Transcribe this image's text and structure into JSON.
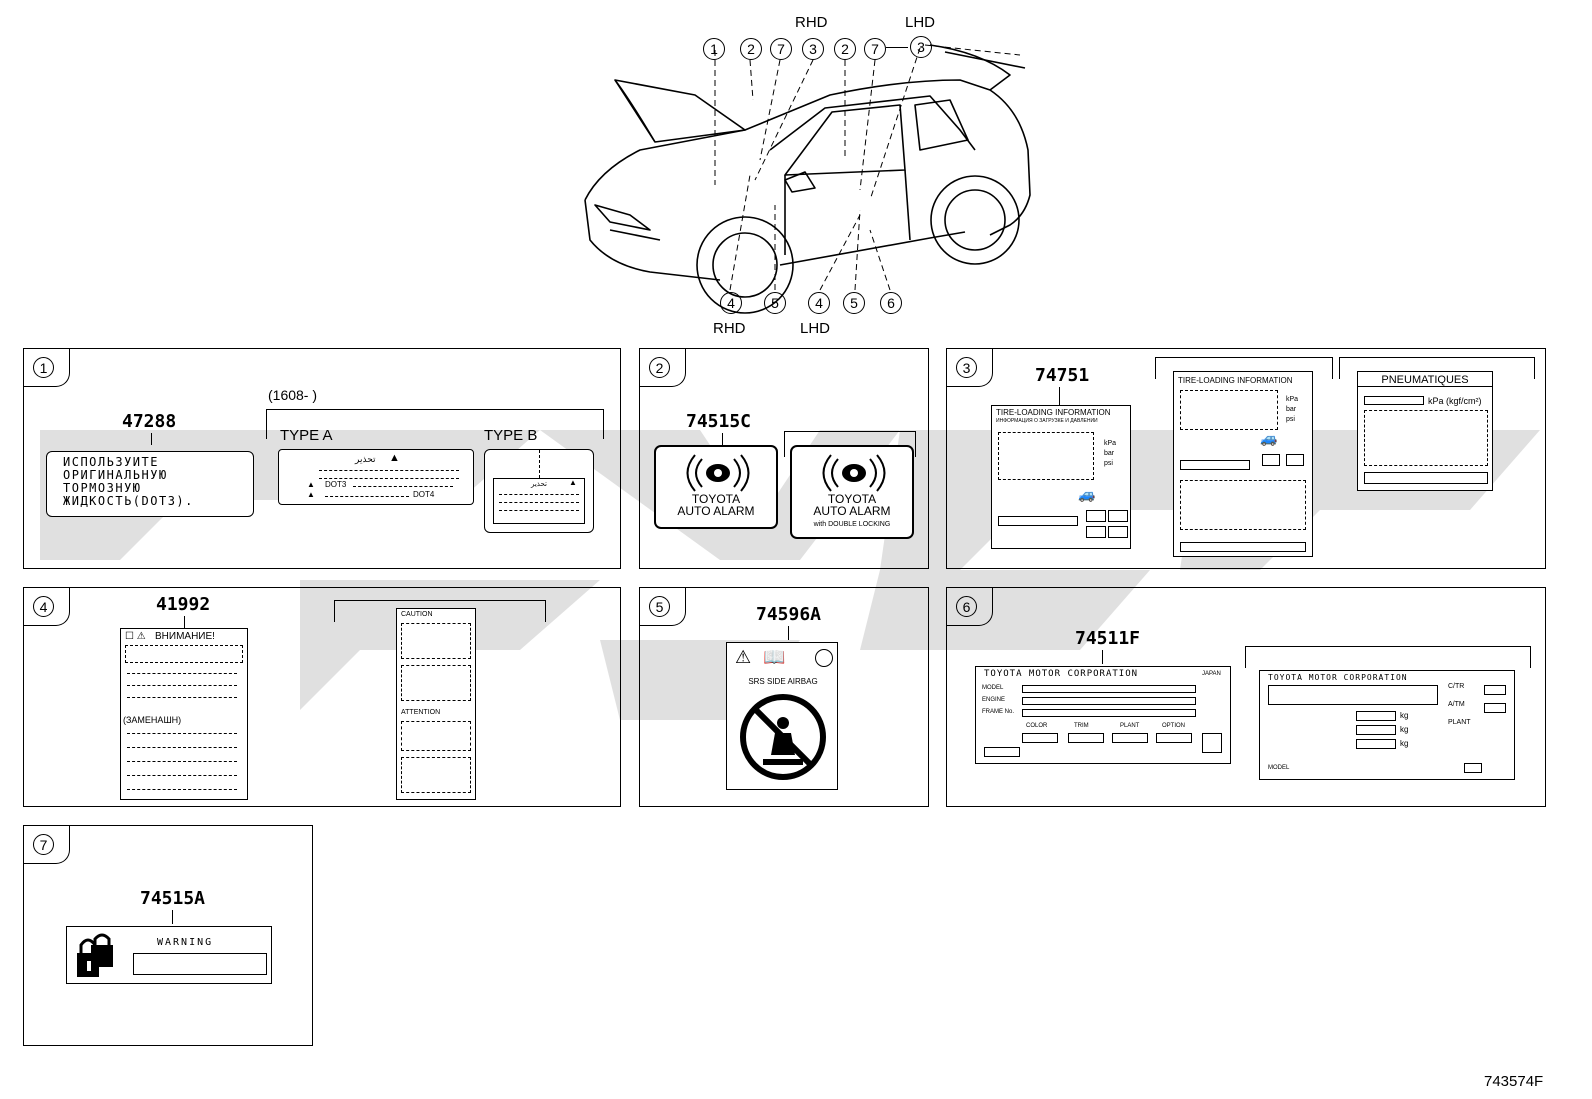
{
  "diagram_id": "743574F",
  "overview": {
    "callouts_top": [
      "1",
      "2",
      "7",
      "3",
      "2",
      "7",
      "3"
    ],
    "callouts_bottom": [
      "4",
      "5",
      "4",
      "5",
      "6"
    ],
    "rhd_top": "RHD",
    "lhd_top": "LHD",
    "rhd_bottom": "RHD",
    "lhd_bottom": "LHD"
  },
  "panels": [
    {
      "index": "1",
      "part_number": "47288",
      "russian_lines": [
        "ИСПОЛЬЗУИТЕ",
        "ОРИГИНАЛЬНУЮ",
        "ТОРМОЗНУЮ",
        "ЖИДКОСТЬ(DOT3)."
      ],
      "date_range": "(1608-      )",
      "type_a": "TYPE A",
      "type_b": "TYPE B",
      "arabic_word": "تحذير",
      "dot3": "DOT3",
      "dot4": "DOT4"
    },
    {
      "index": "2",
      "part_number": "74515C",
      "alarm_line1": "TOYOTA",
      "alarm_line2": "AUTO ALARM",
      "double_locking": "with DOUBLE LOCKING"
    },
    {
      "index": "3",
      "part_number": "74751",
      "tire_loading": "TIRE-LOADING INFORMATION",
      "tire_sub": "ИНФОРМАЦИЯ О ЗАГРУЗКЕ И ДАВЛЕНИИ",
      "units": [
        "kPa",
        "bar",
        "psi"
      ],
      "pneumatiques": "PNEUMATIQUES",
      "kpa_kgf": "kPa (kgf/cm²)"
    },
    {
      "index": "4",
      "part_number": "41992",
      "vnimanie": "ВНИМАНИЕ!",
      "zamena": "(ЗАМЕНАШН)",
      "caution": "CAUTION",
      "attention": "ATTENTION"
    },
    {
      "index": "5",
      "part_number": "74596A",
      "srs_line": "SRS  SIDE  AIRBAG"
    },
    {
      "index": "6",
      "part_number": "74511F",
      "corp": "TOYOTA MOTOR CORPORATION",
      "japan": "JAPAN",
      "fields": [
        "MODEL",
        "ENGINE",
        "FRAME No."
      ],
      "columns": [
        "COLOR",
        "TRIM",
        "PLANT",
        "OPTION"
      ],
      "side_fields": [
        "C/TR",
        "A/TM",
        "PLANT"
      ],
      "kg": "kg",
      "model_code": "MODEL"
    },
    {
      "index": "7",
      "part_number": "74515A",
      "warning": "WARNING"
    }
  ]
}
